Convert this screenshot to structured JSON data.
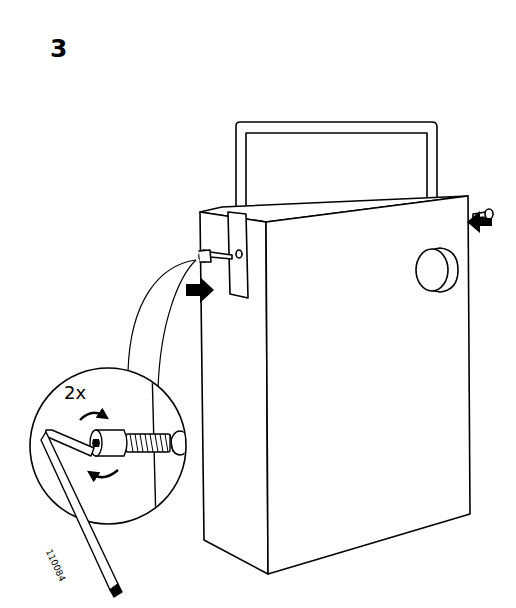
{
  "diagram": {
    "labels": [
      "3",
      "2x",
      "110084"
    ]
  }
}
